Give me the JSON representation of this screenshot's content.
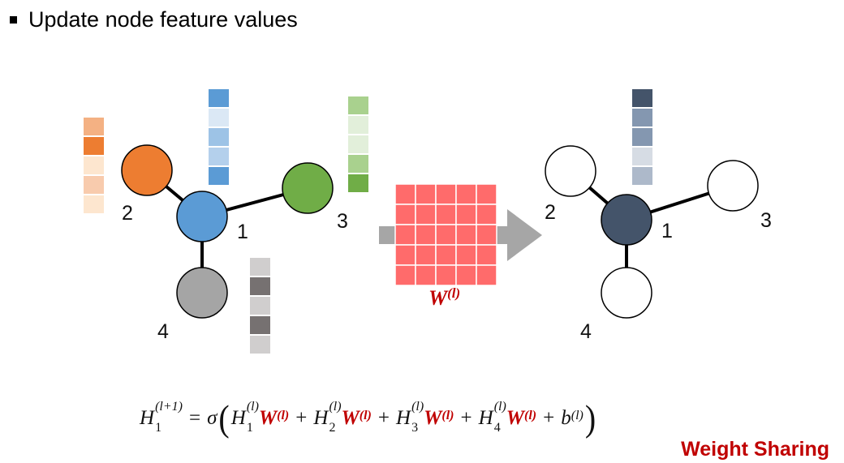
{
  "heading": {
    "bullet_text": "Update node feature values"
  },
  "left_graph": {
    "node_labels": [
      "1",
      "2",
      "3",
      "4"
    ],
    "node_colors": {
      "1": "#5b9bd5",
      "2": "#ed7d31",
      "3": "#70ad47",
      "4": "#a5a5a5"
    },
    "feature_colors": {
      "node1": [
        "#5b9bd5",
        "#dbe8f5",
        "#9dc3e6",
        "#b4d0ec",
        "#5b9bd5"
      ],
      "node2": [
        "#f4b183",
        "#ed7d31",
        "#fde6cf",
        "#f8cbad",
        "#fde6cf"
      ],
      "node3": [
        "#a9d18e",
        "#e2efda",
        "#e2efda",
        "#a9d18e",
        "#70ad47"
      ],
      "node4": [
        "#d0cece",
        "#767171",
        "#d0cece",
        "#767171",
        "#d0cece"
      ]
    }
  },
  "weight_matrix": {
    "label": "W",
    "superscript": "(l)",
    "color": "#ff6b6b"
  },
  "right_graph": {
    "node_labels": [
      "1",
      "2",
      "3",
      "4"
    ],
    "center_color": "#44546a",
    "feature_colors": [
      "#44546a",
      "#8497b0",
      "#8497b0",
      "#d6dce4",
      "#adb9ca"
    ]
  },
  "formula": {
    "H": "H",
    "sigma": "σ",
    "lhs_sub": "1",
    "lhs_sup": "(l+1)",
    "eq": "=",
    "term_sup": "(l)",
    "subs": [
      "1",
      "2",
      "3",
      "4"
    ],
    "W": "W",
    "W_sup": "(l)",
    "plus": "+",
    "b": "b",
    "b_sup": "(l)"
  },
  "caption": "Weight Sharing"
}
